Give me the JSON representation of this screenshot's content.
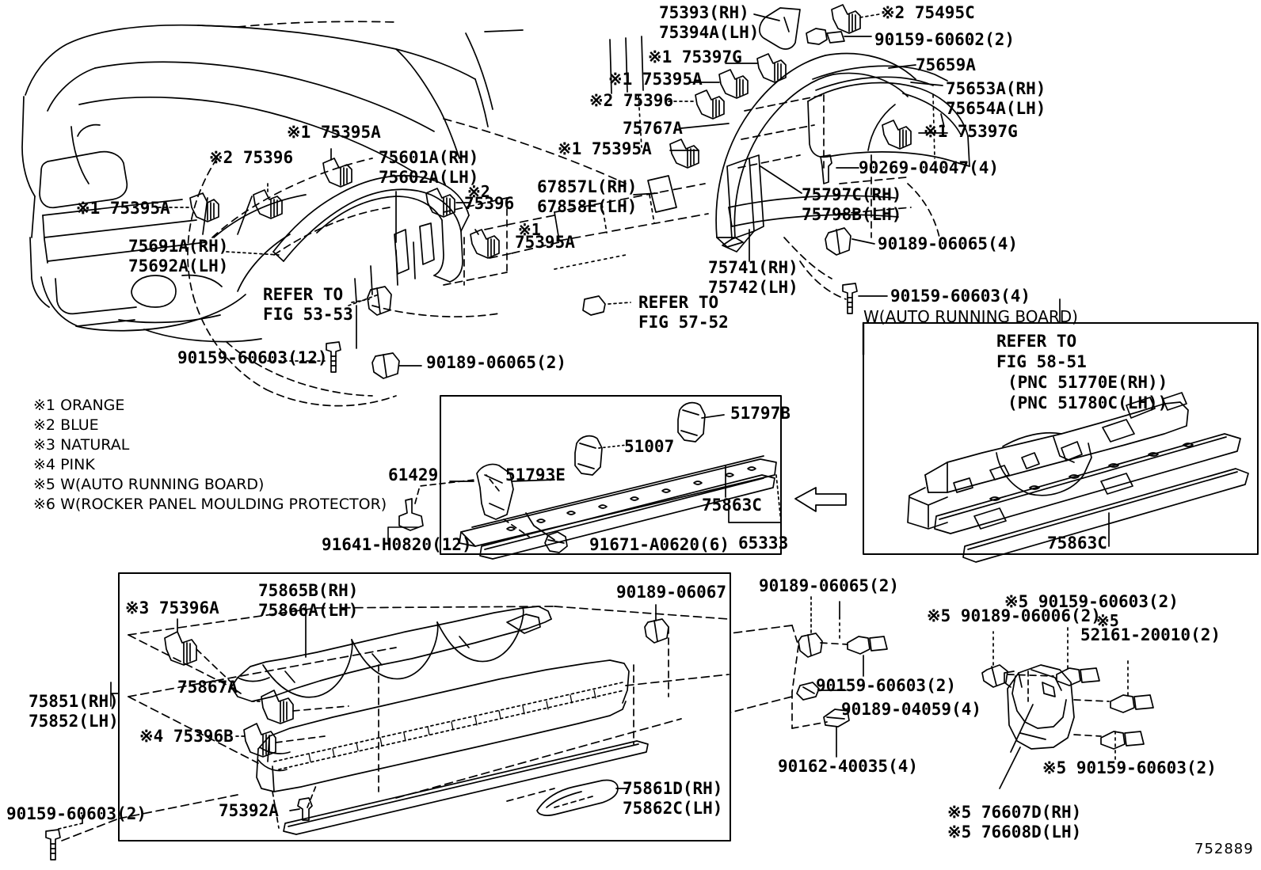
{
  "figure": {
    "number": "752889",
    "title_marks": [
      "※1",
      "※2",
      "※3",
      "※4",
      "※5",
      "※6"
    ]
  },
  "legend": {
    "items": [
      {
        "mark": "※1",
        "text": "ORANGE"
      },
      {
        "mark": "※2",
        "text": "BLUE"
      },
      {
        "mark": "※3",
        "text": "NATURAL"
      },
      {
        "mark": "※4",
        "text": "PINK"
      },
      {
        "mark": "※5",
        "text": "W(AUTO RUNNING BOARD)"
      },
      {
        "mark": "※6",
        "text": "W(ROCKER PANEL MOULDING PROTECTOR)"
      }
    ]
  },
  "vehicle_section": {
    "labels": [
      {
        "id": "l01",
        "text": "※1 75395A"
      },
      {
        "id": "l02",
        "text": "※2 75396"
      },
      {
        "id": "l03",
        "text": "※1 75395A"
      },
      {
        "id": "l04",
        "text": "75601A(RH)"
      },
      {
        "id": "l05",
        "text": "75602A(LH)"
      },
      {
        "id": "l06",
        "text": "※2"
      },
      {
        "id": "l07",
        "text": "75396"
      },
      {
        "id": "l08",
        "text": "※1"
      },
      {
        "id": "l09",
        "text": "75395A"
      },
      {
        "id": "l10",
        "text": "75691A(RH)"
      },
      {
        "id": "l11",
        "text": "75692A(LH)"
      },
      {
        "id": "l12",
        "text": "REFER TO"
      },
      {
        "id": "l13",
        "text": "FIG 53-53"
      },
      {
        "id": "l14",
        "text": "90159-60603(12)"
      },
      {
        "id": "l15",
        "text": "90189-06065(2)"
      }
    ]
  },
  "flare_section": {
    "labels": [
      {
        "id": "r01",
        "text": "75393(RH)"
      },
      {
        "id": "r02",
        "text": "75394A(LH)"
      },
      {
        "id": "r03",
        "text": "※2 75495C"
      },
      {
        "id": "r04",
        "text": "90159-60602(2)"
      },
      {
        "id": "r05",
        "text": "※1 75397G"
      },
      {
        "id": "r06",
        "text": "75659A"
      },
      {
        "id": "r07",
        "text": "※1 75395A"
      },
      {
        "id": "r08",
        "text": "75653A(RH)"
      },
      {
        "id": "r09",
        "text": "75654A(LH)"
      },
      {
        "id": "r10",
        "text": "※2 75396"
      },
      {
        "id": "r11",
        "text": "75767A"
      },
      {
        "id": "r12",
        "text": "※1 75397G"
      },
      {
        "id": "r13",
        "text": "90269-04047(4)"
      },
      {
        "id": "r14",
        "text": "※1 75395A"
      },
      {
        "id": "r15",
        "text": "67857L(RH)"
      },
      {
        "id": "r16",
        "text": "67858E(LH)"
      },
      {
        "id": "r17",
        "text": "75797C(RH)"
      },
      {
        "id": "r18",
        "text": "75798B(LH)"
      },
      {
        "id": "r19",
        "text": "90189-06065(4)"
      },
      {
        "id": "r20",
        "text": "75741(RH)"
      },
      {
        "id": "r21",
        "text": "75742(LH)"
      },
      {
        "id": "r22",
        "text": "REFER TO"
      },
      {
        "id": "r23",
        "text": "FIG 57-52"
      },
      {
        "id": "r24",
        "text": "90159-60603(4)"
      }
    ]
  },
  "running_board_box": {
    "caption": "W(AUTO RUNNING BOARD)",
    "refer": [
      "REFER TO",
      "FIG 58-51",
      "(PNC 51770E(RH))",
      "(PNC 51780C(LH))"
    ],
    "part": "75863C"
  },
  "rocker_rail_box": {
    "labels": [
      {
        "id": "m01",
        "text": "51797B"
      },
      {
        "id": "m02",
        "text": "51007"
      },
      {
        "id": "m03",
        "text": "61429"
      },
      {
        "id": "m04",
        "text": "51793E"
      },
      {
        "id": "m05",
        "text": "91641-H0820(12)"
      },
      {
        "id": "m06",
        "text": "91671-A0620(6)"
      },
      {
        "id": "m07",
        "text": "75863C"
      },
      {
        "id": "m08",
        "text": "65333"
      }
    ]
  },
  "rocker_moulding_box": {
    "labels": [
      {
        "id": "b01",
        "text": "※3 75396A"
      },
      {
        "id": "b02",
        "text": "75865B(RH)"
      },
      {
        "id": "b03",
        "text": "75866A(LH)"
      },
      {
        "id": "b04",
        "text": "90189-06067"
      },
      {
        "id": "b05",
        "text": "75851(RH)"
      },
      {
        "id": "b06",
        "text": "75852(LH)"
      },
      {
        "id": "b07",
        "text": "75867A"
      },
      {
        "id": "b08",
        "text": "※4 75396B"
      },
      {
        "id": "b09",
        "text": "75392A"
      },
      {
        "id": "b10",
        "text": "90159-60603(2)"
      },
      {
        "id": "b11",
        "text": "75861D(RH)"
      },
      {
        "id": "b12",
        "text": "75862C(LH)"
      }
    ]
  },
  "fasteners_section": {
    "labels": [
      {
        "id": "f01",
        "text": "90189-06065(2)"
      },
      {
        "id": "f02",
        "text": "90159-60603(2)"
      },
      {
        "id": "f03",
        "text": "90189-04059(4)"
      },
      {
        "id": "f04",
        "text": "90162-40035(4)"
      }
    ]
  },
  "mudguard_section": {
    "labels": [
      {
        "id": "g01",
        "text": "※5 90189-06006(2)"
      },
      {
        "id": "g02",
        "text": "※5 90159-60603(2)"
      },
      {
        "id": "g03",
        "text": "※5"
      },
      {
        "id": "g04",
        "text": "52161-20010(2)"
      },
      {
        "id": "g05",
        "text": "※5 90159-60603(2)"
      },
      {
        "id": "g06",
        "text": "※5 76607D(RH)"
      },
      {
        "id": "g07",
        "text": "※5 76608D(LH)"
      }
    ]
  }
}
